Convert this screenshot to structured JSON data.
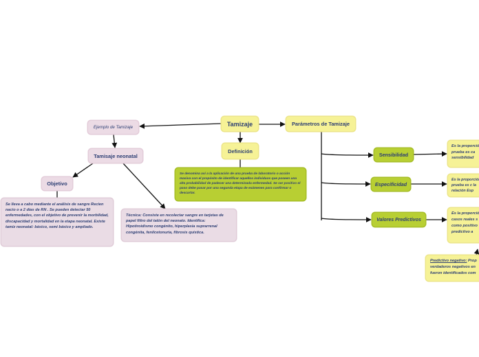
{
  "nodes": {
    "tamizaje": "Tamizaje",
    "ejemplo": "Ejemplo de Tamizaje",
    "tamisaje_neonatal": "Tamisaje neonatal",
    "objetivo": "Objetivo",
    "objetivo_text": "Se lleva a cabo mediante el análisis de sangre Recien nacio o a 2 días de RN . Se pueden detectar 50 enfermedades, con el objetivo de prevenir la morbilidad, discapacidad y mortalidad en la etapa neonatal. Existe tamiz neonatal: básico, semi básico y ampliado.",
    "tecnica_text": "Técnica: Consiste en recolectar sangre en tarjetas de papel filtro del talón del neonato. Identifica: Hipotiroidismo congénito, hiperplasia suprarrenal congénita, fenilcetonuria, fibrosis quística.",
    "definicion": "Definición",
    "definicion_text": "Se denomina así a la aplicación de una prueba de laboratorio o acción masiva con el propósito de identificar aquellos individuos que poseen una alta probabilidad de padecer una determinada enfermedad. Se ser positivo el paso debe pasar por una segunda etapa de exámenes para confirmar o descartar.",
    "parametros": "Parámetros de Tamizaje",
    "sensibilidad": "Sensibilidad",
    "especificidad": "Especificidad",
    "valores": "Valores Predictivos",
    "sens_text": "Es la proporción prueba es ca sensibilidad",
    "esp_text": "Es la proporción la prueba es c la relación Esp",
    "val_text": "Es la proporción casos reales s como positivo predictivo a",
    "pred_neg_label": "Predictivo negativo:",
    "pred_neg_text": " Prop verdaderos negativos en fueron identificados com"
  },
  "colors": {
    "yellow": "#f6f296",
    "pink": "#ecdbe5",
    "green": "#b8cf33",
    "text": "#2c3e73",
    "edge": "#111111"
  }
}
